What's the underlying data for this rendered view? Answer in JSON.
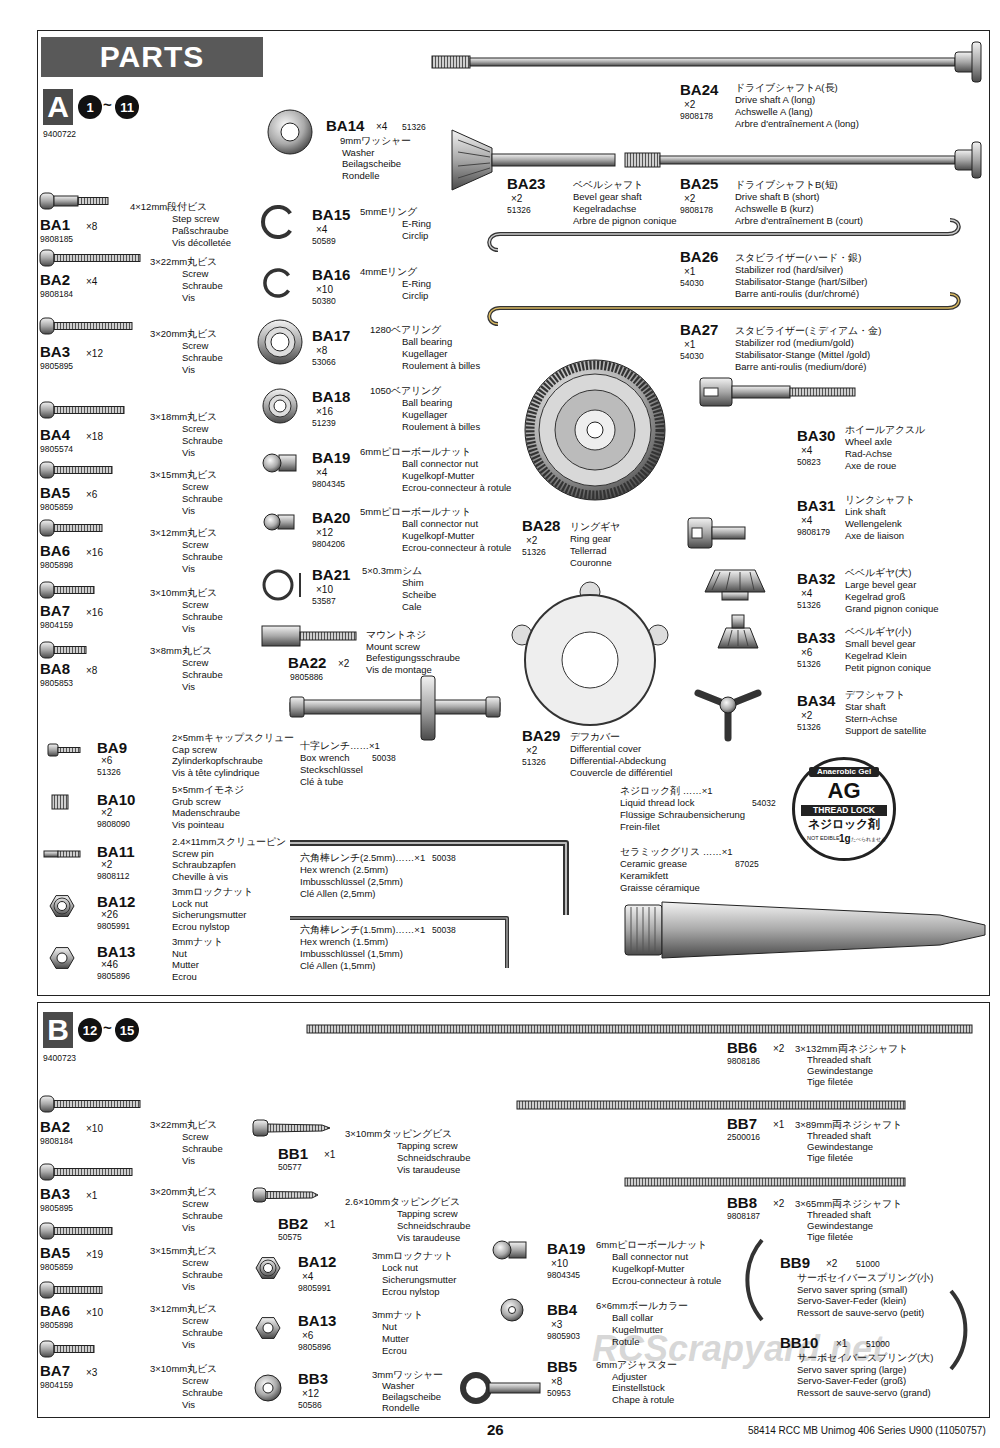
{
  "diagram": {
    "nodes": [
      {
        "text": [
          "9400722"
        ]
      },
      {
        "text": [
          "PARTS"
        ],
        "in": 0
      },
      {
        "text": [
          "A"
        ],
        "in": 0
      },
      {
        "text": [
          "1"
        ],
        "in": 0
      },
      {
        "text": [
          "11"
        ],
        "in": 0
      },
      {
        "text": [
          "Anaerobic Gel",
          "AG",
          "THREAD LOCK",
          "ネジロック剤",
          "NOT EDIBLE",
          "1g",
          "たべられません"
        ],
        "in": 0
      },
      {
        "text": [
          "9400723"
        ]
      },
      {
        "text": [
          "B"
        ],
        "in": 6
      },
      {
        "text": [
          "12"
        ],
        "in": 6
      },
      {
        "text": [
          "15"
        ],
        "in": 6
      }
    ],
    "labels": [
      "~",
      "BA1",
      "×8",
      "9808185",
      "4×12mm段付ビス",
      "Step screw",
      "Paßschraube",
      "Vis décolletée",
      "BA2",
      "×4",
      "9808184",
      "3×22mm丸ビス",
      "Screw",
      "Schraube",
      "Vis",
      "BA3",
      "×12",
      "9805895",
      "3×20mm丸ビス",
      "Screw",
      "Schraube",
      "Vis",
      "BA4",
      "×18",
      "9805574",
      "3×18mm丸ビス",
      "Screw",
      "Schraube",
      "Vis",
      "BA5",
      "×6",
      "9805859",
      "3×15mm丸ビス",
      "Screw",
      "Schraube",
      "Vis",
      "BA6",
      "×16",
      "9805898",
      "3×12mm丸ビス",
      "Screw",
      "Schraube",
      "Vis",
      "BA7",
      "×16",
      "9804159",
      "3×10mm丸ビス",
      "Screw",
      "Schraube",
      "Vis",
      "BA8",
      "×8",
      "9805853",
      "3×8mm丸ビス",
      "Screw",
      "Schraube",
      "Vis",
      "BA9",
      "×6",
      "51326",
      "2×5mmキャップスクリュー",
      "Cap screw",
      "Zylinderkopfschraube",
      "Vis à tête cylindrique",
      "BA10",
      "×2",
      "9808090",
      "5×5mmイモネジ",
      "Grub screw",
      "Madenschraube",
      "Vis pointeau",
      "BA11",
      "×2",
      "9808112",
      "2.4×11mmスクリューピン",
      "Screw pin",
      "Schraubzapfen",
      "Cheville à vis",
      "BA12",
      "×26",
      "9805991",
      "3mmロックナット",
      "Lock nut",
      "Sicherungsmutter",
      "Ecrou nylstop",
      "BA13",
      "×46",
      "9805896",
      "3mmナット",
      "Nut",
      "Mutter",
      "Ecrou",
      "BA14",
      "×4",
      "51326",
      "9mmワッシャー",
      "Washer",
      "Beilagscheibe",
      "Rondelle",
      "BA15",
      "×4",
      "50589",
      "5mmEリング",
      "E-Ring",
      "Circlip",
      "BA16",
      "×10",
      "50380",
      "4mmEリング",
      "E-Ring",
      "Circlip",
      "BA17",
      "×8",
      "53066",
      "1280ベアリング",
      "Ball bearing",
      "Kugellager",
      "Roulement à billes",
      "BA18",
      "×16",
      "51239",
      "1050ベアリング",
      "Ball bearing",
      "Kugellager",
      "Roulement à billes",
      "BA19",
      "×4",
      "9804345",
      "6mmピローボールナット",
      "Ball connector nut",
      "Kugelkopf-Mutter",
      "Ecrou-connecteur à rotule",
      "BA20",
      "×12",
      "9804206",
      "5mmピローボールナット",
      "Ball connector nut",
      "Kugelkopf-Mutter",
      "Ecrou-connecteur à rotule",
      "BA21",
      "×10",
      "53587",
      "5×0.3mmシム",
      "Shim",
      "Scheibe",
      "Cale",
      "BA22",
      "×2",
      "9805886",
      "マウントネジ",
      "Mount screw",
      "Befestigungsschraube",
      "Vis de montage",
      "十字レンチ……×1",
      "Box wrench",
      "50038",
      "Steckschlüssel",
      "Clé à tube",
      "六角棒レンチ(2.5mm)……×1",
      "50038",
      "Hex wrench (2.5mm)",
      "Imbusschlüssel (2,5mm)",
      "Clé Allen (2,5mm)",
      "六角棒レンチ(1.5mm)……×1",
      "50038",
      "Hex wrench (1.5mm)",
      "Imbusschlüssel (1,5mm)",
      "Clé Allen (1,5mm)",
      "BA24",
      "×2",
      "9808178",
      "ドライブシャフトA(長)",
      "Drive shaft A (long)",
      "Achswelle A (lang)",
      "Arbre d'entraînement A (long)",
      "BA23",
      "×2",
      "51326",
      "ベベルシャフト",
      "Bevel gear shaft",
      "Kegelradachse",
      "Arbre de pignon conique",
      "BA25",
      "×2",
      "9808178",
      "ドライブシャフトB(短)",
      "Drive shaft B (short)",
      "Achswelle B (kurz)",
      "Arbre d'entraînement B (court)",
      "BA26",
      "×1",
      "54030",
      "スタビライザー(ハード・銀)",
      "Stabilizer rod (hard/silver)",
      "Stabilisator-Stange (hart/Silber)",
      "Barre anti-roulis (dur/chromé)",
      "BA27",
      "×1",
      "54030",
      "スタビライザー(ミディアム・金)",
      "Stabilizer rod (medium/gold)",
      "Stabilisator-Stange (Mittel /gold)",
      "Barre anti-roulis (medium/doré)",
      "BA28",
      "×2",
      "51326",
      "リングギヤ",
      "Ring gear",
      "Tellerrad",
      "Couronne",
      "BA29",
      "×2",
      "51326",
      "デフカバー",
      "Differential cover",
      "Differential-Abdeckung",
      "Couvercle de différentiel",
      "BA30",
      "×4",
      "50823",
      "ホイールアクスル",
      "Wheel axle",
      "Rad-Achse",
      "Axe de roue",
      "BA31",
      "×4",
      "9808179",
      "リンクシャフト",
      "Link shaft",
      "Wellengelenk",
      "Axe de liaison",
      "BA32",
      "×4",
      "51326",
      "ベベルギヤ(大)",
      "Large bevel gear",
      "Kegelrad groß",
      "Grand pignon conique",
      "BA33",
      "×6",
      "51326",
      "ベベルギヤ(小)",
      "Small bevel gear",
      "Kegelrad Klein",
      "Petit pignon conique",
      "BA34",
      "×2",
      "51326",
      "デフシャフト",
      "Star shaft",
      "Stern-Achse",
      "Support de satellite",
      "ネジロック剤 ……×1",
      "Liquid thread lock",
      "54032",
      "Flüssige Schraubensicherung",
      "Frein-filet",
      "セラミックグリス ……×1",
      "Ceramic grease",
      "87025",
      "Keramikfett",
      "Graisse céramique",
      "~",
      "BA2",
      "×10",
      "9808184",
      "3×22mm丸ビス",
      "Screw",
      "Schraube",
      "Vis",
      "BA3",
      "×1",
      "9805895",
      "3×20mm丸ビス",
      "Screw",
      "Schraube",
      "Vis",
      "BA5",
      "×19",
      "9805859",
      "3×15mm丸ビス",
      "Screw",
      "Schraube",
      "Vis",
      "BA6",
      "×10",
      "9805898",
      "3×12mm丸ビス",
      "Screw",
      "Schraube",
      "Vis",
      "BA7",
      "×3",
      "9804159",
      "3×10mm丸ビス",
      "Screw",
      "Schraube",
      "Vis",
      "BB1",
      "×1",
      "50577",
      "3×10mmタッピングビス",
      "Tapping screw",
      "Schneidschraube",
      "Vis taraudeuse",
      "BB2",
      "×1",
      "50575",
      "2.6×10mmタッピングビス",
      "Tapping screw",
      "Schneidschraube",
      "Vis taraudeuse",
      "BA12",
      "×4",
      "9805991",
      "3mmロックナット",
      "Lock nut",
      "Sicherungsmutter",
      "Ecrou nylstop",
      "BA13",
      "×6",
      "9805896",
      "3mmナット",
      "Nut",
      "Mutter",
      "Ecrou",
      "BB3",
      "×12",
      "50586",
      "3mmワッシャー",
      "Washer",
      "Beilagscheibe",
      "Rondelle",
      "BA19",
      "×10",
      "9804345",
      "6mmピローボールナット",
      "Ball connector nut",
      "Kugelkopf-Mutter",
      "Ecrou-connecteur à rotule",
      "BB4",
      "×3",
      "9805903",
      "6×6mmボールカラー",
      "Ball collar",
      "Kugelmutter",
      "Rotule",
      "BB5",
      "×8",
      "50953",
      "6mmアジャスター",
      "Adjuster",
      "Einstellstück",
      "Chape à rotule",
      "BB6",
      "×2",
      "9808186",
      "3×132mm両ネジシャフト",
      "Threaded shaft",
      "Gewindestange",
      "Tige filetée",
      "BB7",
      "×1",
      "2500016",
      "3×89mm両ネジシャフト",
      "Threaded shaft",
      "Gewindestange",
      "Tige filetée",
      "BB8",
      "×2",
      "9808187",
      "3×65mm両ネジシャフト",
      "Threaded shaft",
      "Gewindestange",
      "Tige filetée",
      "BB9",
      "×2",
      "51000",
      "サーボセイバースプリング(小)",
      "Servo saver spring (small)",
      "Servo-Saver-Feder (klein)",
      "Ressort de sauve-servo (petit)",
      "BB10",
      "×1",
      "51000",
      "サーボセイバースプリング(大)",
      "Servo saver spring (large)",
      "Servo-Saver-Feder (groß)",
      "Ressort de sauve-servo (grand)",
      "RCScrapyard.net",
      "26",
      "58414 RCC MB Unimog 406 Series U900 (11050757)"
    ]
  }
}
